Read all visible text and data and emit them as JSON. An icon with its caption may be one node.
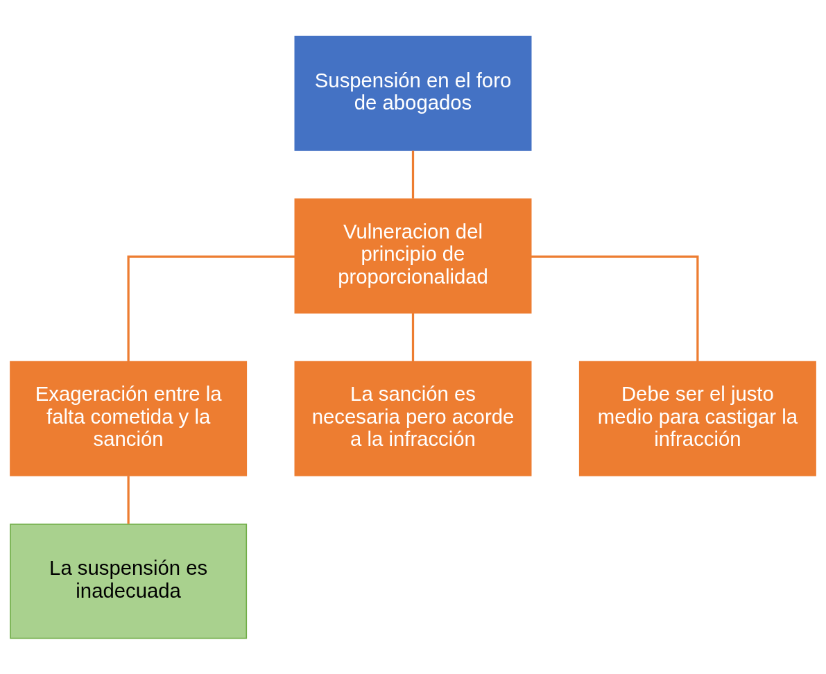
{
  "diagram": {
    "nodes": [
      {
        "text": [
          "Suspensión en el foro de abogados"
        ]
      },
      {
        "text": [
          "Vulneracion del principio de proporcionalidad"
        ]
      },
      {
        "text": [
          "Exageración entre la falta cometida y la sanción"
        ]
      },
      {
        "text": [
          "La sanción es necesaria pero acorde a la infracción"
        ]
      },
      {
        "text": [
          "Debe ser el justo medio para castigar la infracción"
        ]
      },
      {
        "text": [
          "La suspensión es inadecuada"
        ]
      }
    ],
    "edges": [
      {
        "from": 0,
        "to": 1,
        "arrow": "none"
      },
      {
        "from": 1,
        "to": 2,
        "arrow": "none"
      },
      {
        "from": 1,
        "to": 3,
        "arrow": "none"
      },
      {
        "from": 1,
        "to": 4,
        "arrow": "none"
      },
      {
        "from": 2,
        "to": 5,
        "arrow": "none"
      }
    ]
  }
}
